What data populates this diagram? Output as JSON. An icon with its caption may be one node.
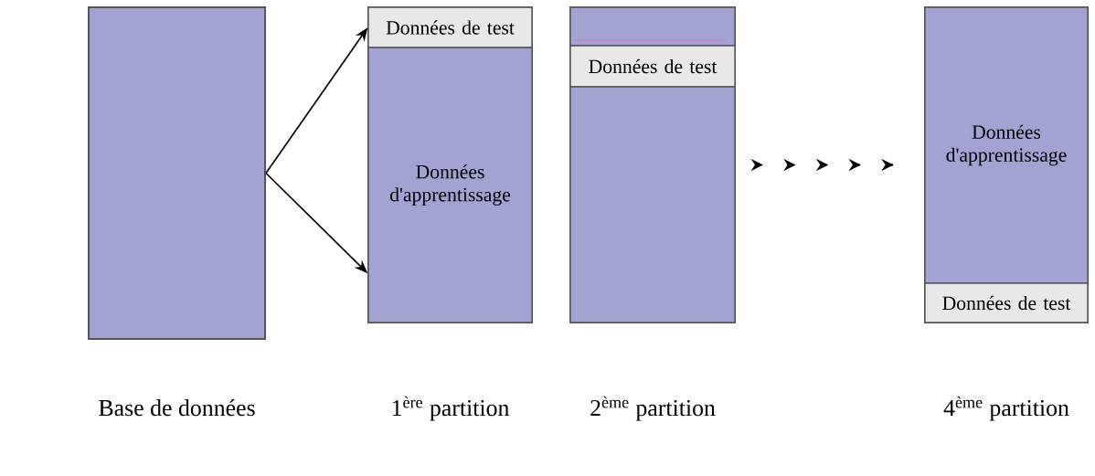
{
  "diagram": {
    "nodes": [
      {
        "text": [],
        "shape": "box",
        "beside": [
          "Base de données"
        ]
      },
      {
        "text": [],
        "shape": "box",
        "beside": [
          "1$^{ère}$ partition"
        ]
      },
      {
        "text": [
          "Données de test"
        ],
        "in": 1
      },
      {
        "text": [
          "Données d'apprentissage"
        ],
        "in": 1
      },
      {
        "text": [],
        "shape": "box",
        "beside": [
          "2$^{ème}$ partition"
        ]
      },
      {
        "text": [],
        "shape": "bar",
        "in": 4
      },
      {
        "text": [
          "Données de test"
        ],
        "in": 4
      },
      {
        "text": [],
        "shape": "box",
        "in": 4
      },
      {
        "text": [],
        "shape": "box",
        "beside": [
          "4$^{ème}$ partition"
        ]
      },
      {
        "text": [
          "Données d'apprentissage"
        ],
        "in": 8
      },
      {
        "text": [
          "Données de test"
        ],
        "in": 8
      }
    ],
    "edges": [
      {
        "from": 0,
        "to": 2,
        "arrow": "to"
      },
      {
        "from": 0,
        "to": 3,
        "arrow": "to"
      },
      {
        "from": 4,
        "to": 8,
        "arrow": "to",
        "style": "dashed"
      }
    ]
  }
}
